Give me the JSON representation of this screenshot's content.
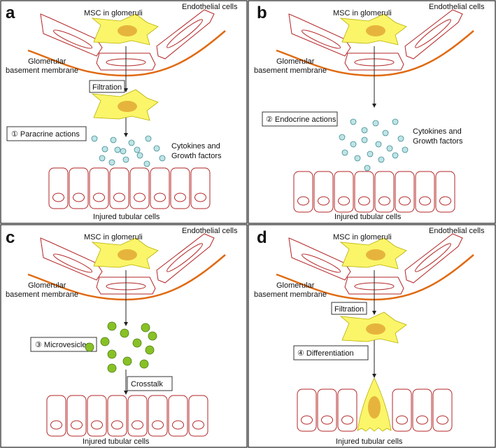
{
  "panels": [
    {
      "letter": "a",
      "msc_label": "MSC in glomeruli",
      "endo_label": "Endothelial cells",
      "gbm_label_1": "Glomerular",
      "gbm_label_2": "basement membrane",
      "step_label": "Filtration",
      "mechanism_label": "① Paracrine actions",
      "factor_label_1": "Cytokines and",
      "factor_label_2": "Growth factors",
      "tubule_label": "Injured tubular cells"
    },
    {
      "letter": "b",
      "msc_label": "MSC in glomeruli",
      "endo_label": "Endothelial cells",
      "gbm_label_1": "Glomerular",
      "gbm_label_2": "basement membrane",
      "mechanism_label": "② Endocrine actions",
      "factor_label_1": "Cytokines and",
      "factor_label_2": "Growth factors",
      "tubule_label": "Injured tubular cells"
    },
    {
      "letter": "c",
      "msc_label": "MSC in glomeruli",
      "endo_label": "Endothelial cells",
      "gbm_label_1": "Glomerular",
      "gbm_label_2": "basement membrane",
      "mechanism_label": "③ Microvesicles",
      "crosstalk_label": "Crosstalk",
      "tubule_label": "Injured tubular cells"
    },
    {
      "letter": "d",
      "msc_label": "MSC in glomeruli",
      "endo_label": "Endothelial cells",
      "gbm_label_1": "Glomerular",
      "gbm_label_2": "basement membrane",
      "step_label": "Filtration",
      "mechanism_label": "④ Differentiation",
      "tubule_label": "Injured tubular cells"
    }
  ],
  "colors": {
    "msc_fill": "#fbf56a",
    "nucleus": "#e6b43c",
    "membrane": "#e06a12",
    "cell_outline": "#b32626",
    "cytokine": "#bfe4e6",
    "microvesicle": "#88c126"
  }
}
